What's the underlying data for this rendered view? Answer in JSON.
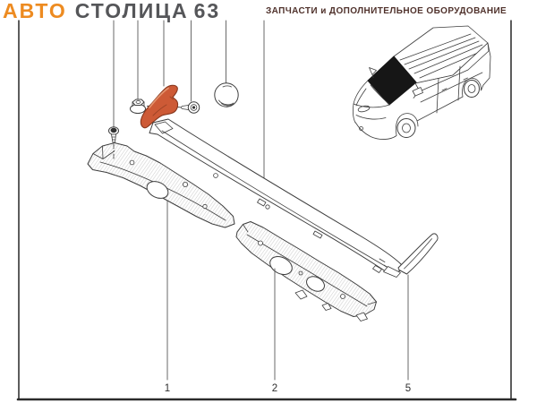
{
  "header": {
    "logo_auto": "АВТО",
    "logo_stolitsa": "СТОЛИЦА",
    "logo_63": "63",
    "tagline": "ЗАПЧАСТИ и ДОПОЛНИТЕЛЬНОЕ ОБОРУДОВАНИЕ"
  },
  "colors": {
    "logo_orange": "#ED8B21",
    "logo_gray": "#555659",
    "tagline_maroon": "#50322C",
    "line": "#3E3E3E",
    "highlight": "#CD5A36",
    "highlight_outline": "#86371E"
  },
  "diagram": {
    "part_labels": [
      {
        "label": "1"
      },
      {
        "label": "2"
      },
      {
        "label": "5"
      }
    ]
  }
}
